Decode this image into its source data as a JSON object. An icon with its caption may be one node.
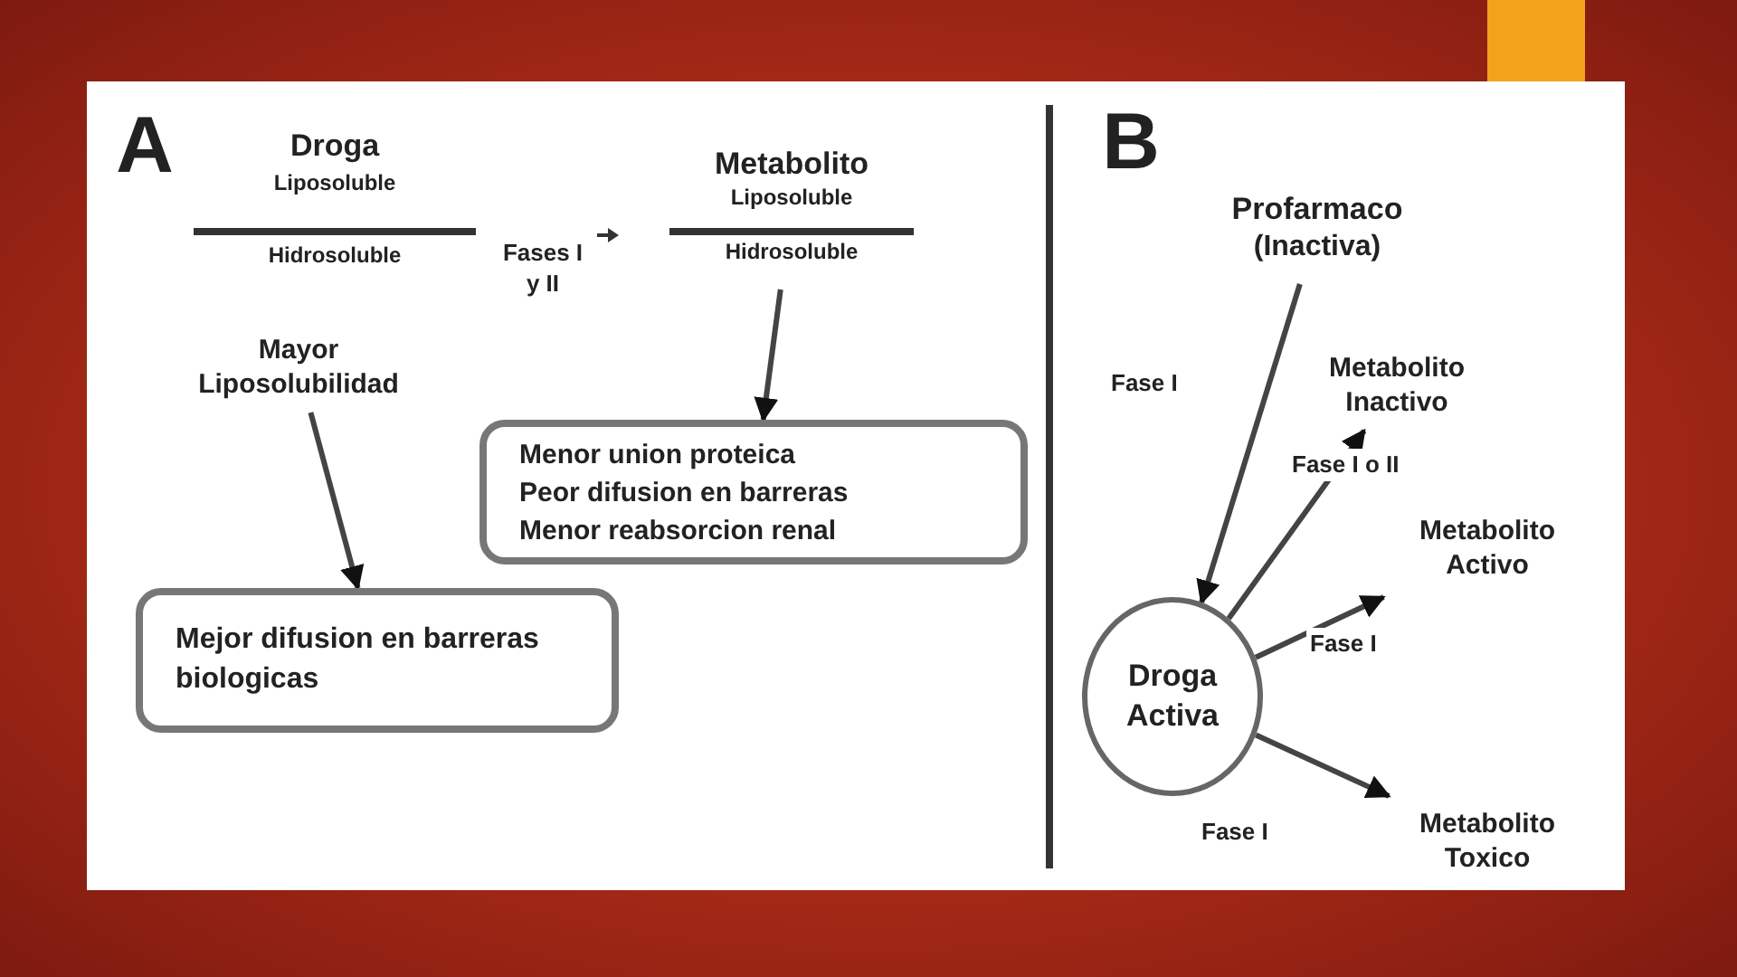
{
  "diagram": {
    "nodes": [
      {
        "text": [
          "Mayor Liposolubilidad"
        ]
      },
      {
        "text": [
          "Mejor difusion en barreras biologicas"
        ]
      },
      {
        "text": [
          "Metabolito",
          "Liposoluble",
          "Hidrosoluble"
        ]
      },
      {
        "text": [
          "Menor union proteica",
          "Peor difusion en barreras",
          "Menor reabsorcion renal"
        ]
      },
      {
        "text": [
          "Profarmaco",
          "(Inactiva)"
        ]
      },
      {
        "text": [
          "Droga Activa"
        ]
      },
      {
        "text": [
          "Metabolito Inactivo"
        ]
      },
      {
        "text": [
          "Metabolito Activo"
        ]
      },
      {
        "text": [
          "Metabolito Toxico"
        ]
      }
    ],
    "edges": [
      {
        "from": 0,
        "to": 1,
        "arrow": "to"
      },
      {
        "from": 2,
        "to": 3,
        "arrow": "to"
      },
      {
        "from": 4,
        "to": 5,
        "arrow": "to",
        "label": "Fase I"
      },
      {
        "from": 5,
        "to": 6,
        "arrow": "to",
        "label": "Fase I o II"
      },
      {
        "from": 5,
        "to": 7,
        "arrow": "to",
        "label": "Fase I"
      },
      {
        "from": 5,
        "to": 8,
        "arrow": "to",
        "label": "Fase I"
      }
    ],
    "labels": [
      "A",
      "Droga",
      "Liposoluble",
      "Hidrosoluble",
      "Fases I y II",
      "B"
    ]
  }
}
